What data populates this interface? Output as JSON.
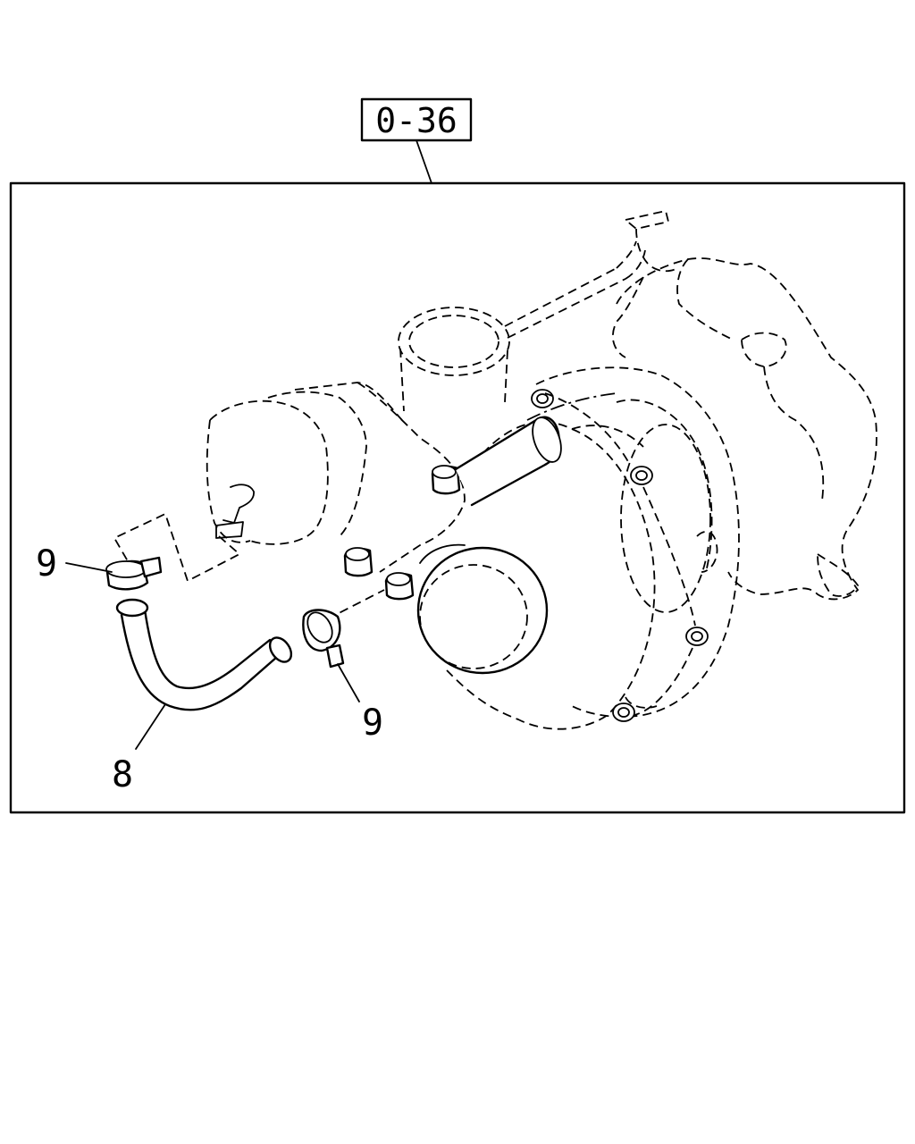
{
  "reference_box": {
    "label": "0-36"
  },
  "callouts": [
    {
      "id": "clip-upper",
      "label": "9"
    },
    {
      "id": "clip-lower",
      "label": "9"
    },
    {
      "id": "oil-pipe",
      "label": "8"
    }
  ]
}
